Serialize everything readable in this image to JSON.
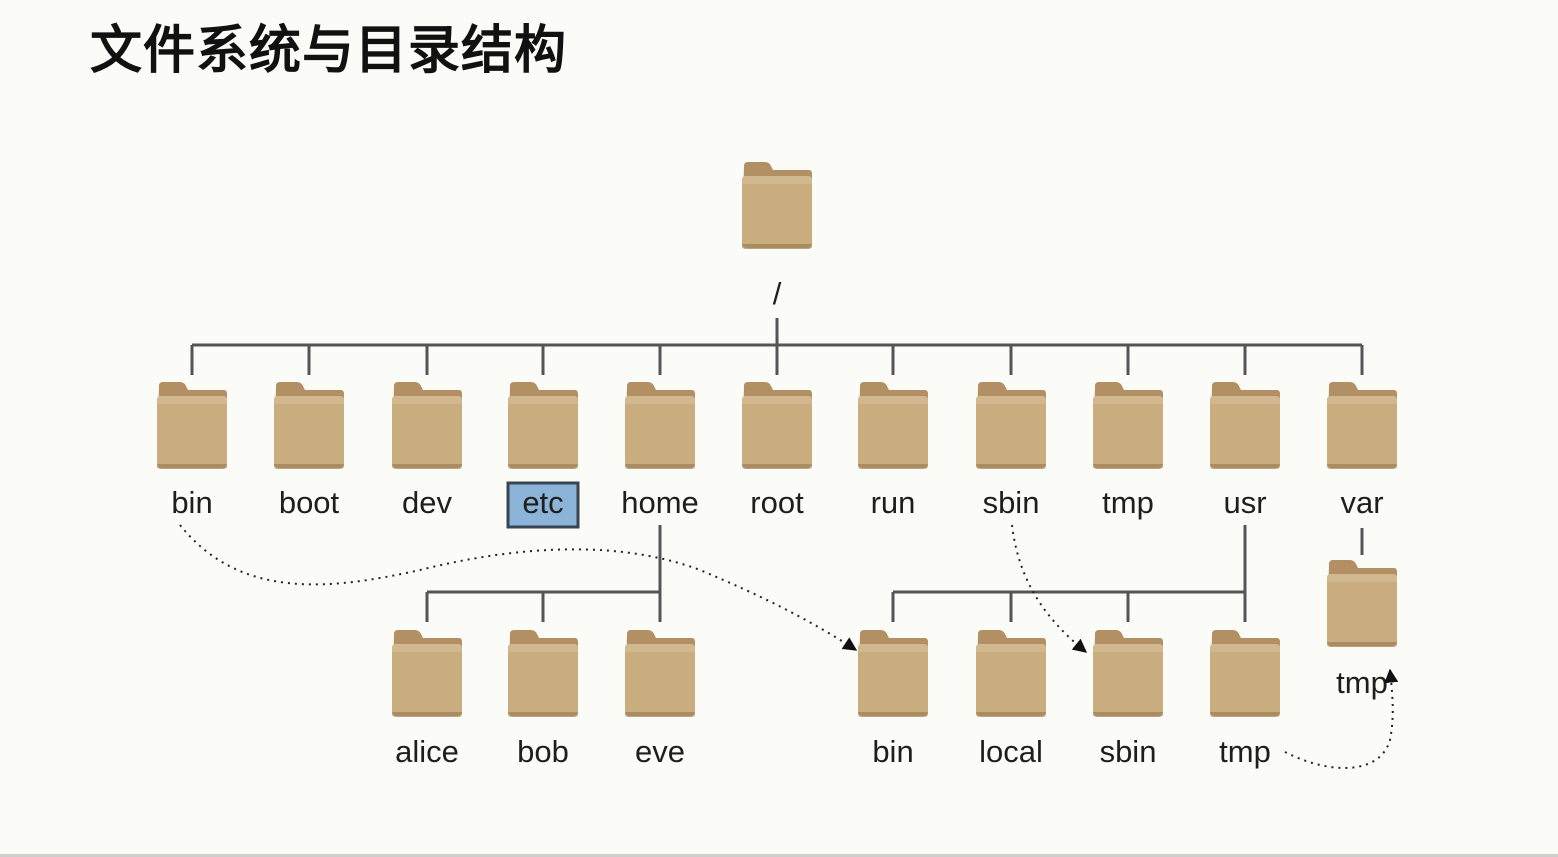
{
  "title": "文件系统与目录结构",
  "colors": {
    "folder_body": "#c9ad7e",
    "folder_tab": "#b39063",
    "highlight_fill": "#8cb4d8",
    "highlight_border": "#3a4452",
    "line": "#555555"
  },
  "root": {
    "label": "/"
  },
  "level1": [
    "bin",
    "boot",
    "dev",
    "etc",
    "home",
    "root",
    "run",
    "sbin",
    "tmp",
    "usr",
    "var"
  ],
  "selected": "etc",
  "home_children": [
    "alice",
    "bob",
    "eve"
  ],
  "usr_children": [
    "bin",
    "local",
    "sbin",
    "tmp"
  ],
  "var_children": [
    "tmp"
  ],
  "links": [
    {
      "from": "bin",
      "to": "usr/bin"
    },
    {
      "from": "sbin",
      "to": "usr/sbin"
    },
    {
      "from": "usr/tmp",
      "to": "var/tmp"
    }
  ]
}
